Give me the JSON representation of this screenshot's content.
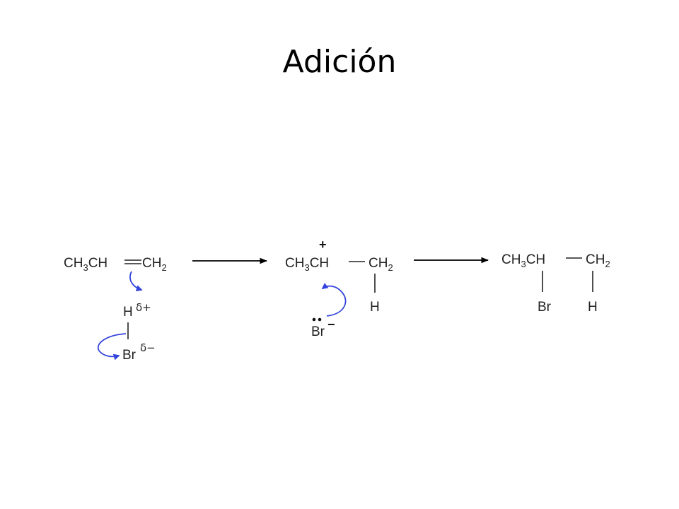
{
  "slide": {
    "title": "Adición"
  },
  "scheme": {
    "reactant": {
      "ch3": "CH",
      "ch3_sub": "3",
      "ch": "CH",
      "ch2": "CH",
      "ch2_sub": "2",
      "h": "H",
      "h_partial": "δ+",
      "br": "Br",
      "br_partial": "δ−"
    },
    "intermediate": {
      "ch3": "CH",
      "ch3_sub": "3",
      "ch": "CH",
      "charge": "+",
      "ch2": "CH",
      "ch2_sub": "2",
      "h": "H",
      "br": "Br",
      "br_charge": "−"
    },
    "product": {
      "ch3": "CH",
      "ch3_sub": "3",
      "ch": "CH",
      "ch2": "CH",
      "ch2_sub": "2",
      "br": "Br",
      "h": "H"
    },
    "colors": {
      "text": "#222222",
      "curved_arrow": "#3344dd",
      "reaction_arrow": "#000000"
    }
  }
}
